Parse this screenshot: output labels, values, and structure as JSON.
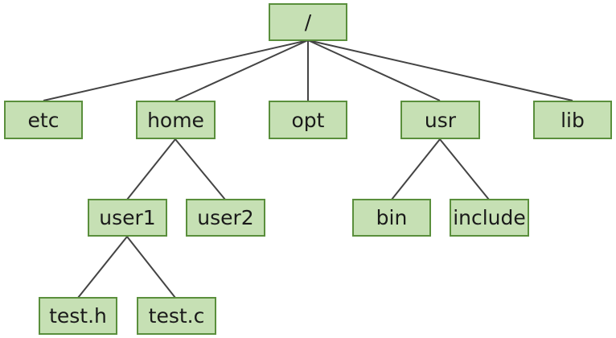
{
  "tree": {
    "root": "/",
    "level1": [
      "etc",
      "home",
      "opt",
      "usr",
      "lib"
    ],
    "home_children": [
      "user1",
      "user2"
    ],
    "usr_children": [
      "bin",
      "include"
    ],
    "user1_children": [
      "test.h",
      "test.c"
    ]
  },
  "colors": {
    "node_fill": "#c6e0b4",
    "node_border": "#5a8f3c",
    "edge": "#444444"
  }
}
